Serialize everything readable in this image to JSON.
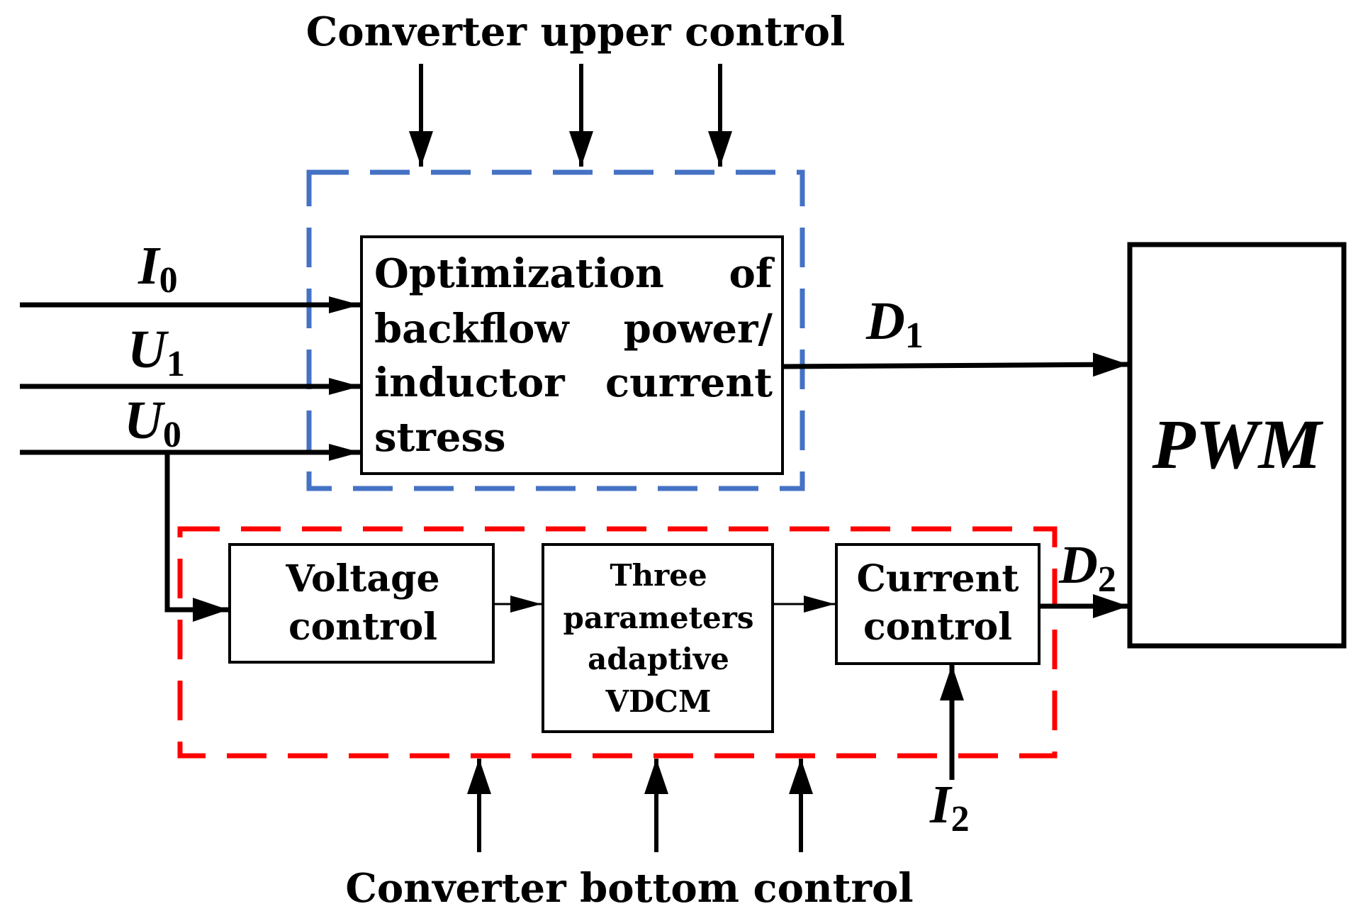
{
  "diagram": {
    "upper_title": "Converter upper control",
    "bottom_title": "Converter bottom control",
    "colors": {
      "upper_group": "#4472C4",
      "bottom_group": "#FF0000",
      "lines": "#000000"
    },
    "inputs": {
      "i0": {
        "symbol": "I",
        "sub": "0"
      },
      "u1": {
        "symbol": "U",
        "sub": "1"
      },
      "u0": {
        "symbol": "U",
        "sub": "0"
      },
      "i2": {
        "symbol": "I",
        "sub": "2"
      }
    },
    "outputs": {
      "d1": {
        "symbol": "D",
        "sub": "1"
      },
      "d2": {
        "symbol": "D",
        "sub": "2"
      }
    },
    "blocks": {
      "optimization": {
        "line1_left": "Optimization",
        "line1_right": "of",
        "line2_left": "backflow",
        "line2_right": "power/",
        "line3_left": "inductor",
        "line3_right": "current",
        "line4": "stress"
      },
      "voltage_control": {
        "line1": "Voltage",
        "line2": "control"
      },
      "vdcm": {
        "line1": "Three",
        "line2": "parameters",
        "line3": "adaptive",
        "line4": "VDCM"
      },
      "current_control": {
        "line1": "Current",
        "line2": "control"
      },
      "pwm": {
        "label": "PWM"
      }
    }
  }
}
